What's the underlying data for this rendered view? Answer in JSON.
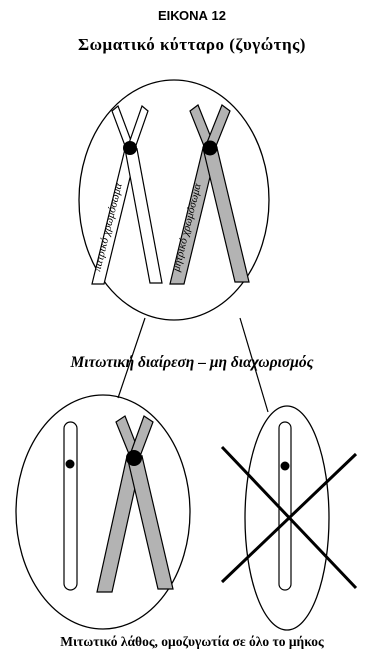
{
  "figure": {
    "label": "ΕΙΚΟΝΑ 12",
    "title": "Σωματικό κύτταρο (ζυγώτης)",
    "middle_caption": "Μιτωτική διαίρεση – μη διαχωρισμός",
    "bottom_caption": "Μιτωτικό λάθος, ομοζυγωτία σε όλο το μήκος"
  },
  "chromosomes": {
    "paternal_label": "πατρικό χρωμόσωμα",
    "maternal_label": "μητρικό χρωμόσωμα"
  },
  "colors": {
    "paternal": "#ffffff",
    "maternal": "#b3b3b3",
    "outline": "#000000",
    "centromere": "#000000"
  }
}
